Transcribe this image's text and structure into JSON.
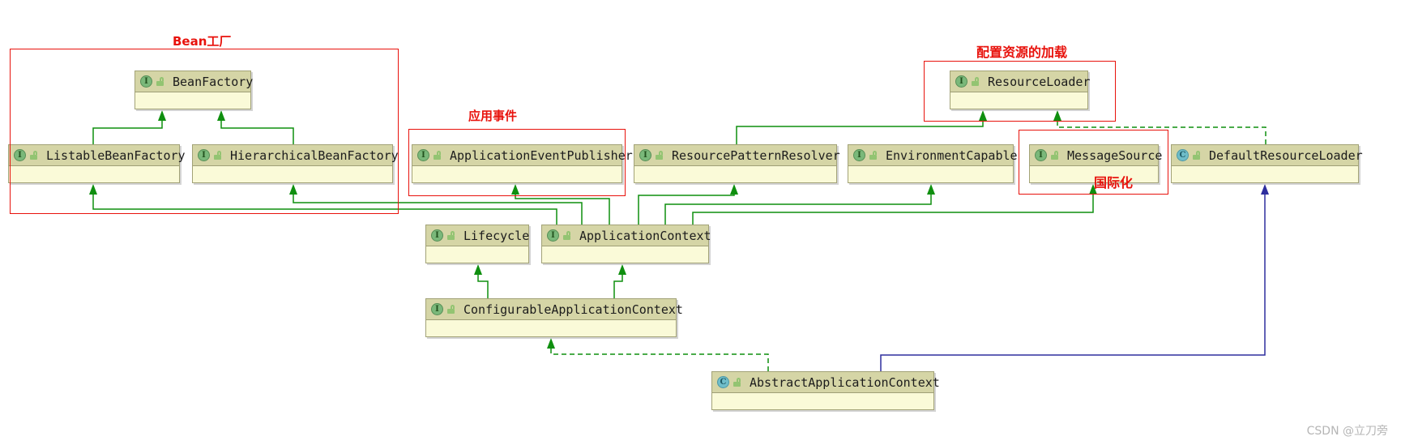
{
  "diagram": {
    "title_hint": "Spring ApplicationContext UML class diagram",
    "nodes": [
      {
        "name": "BeanFactory",
        "stereotype": "interface",
        "icon": "I"
      },
      {
        "name": "ListableBeanFactory",
        "stereotype": "interface",
        "icon": "I"
      },
      {
        "name": "HierarchicalBeanFactory",
        "stereotype": "interface",
        "icon": "I"
      },
      {
        "name": "ApplicationEventPublisher",
        "stereotype": "interface",
        "icon": "I"
      },
      {
        "name": "ResourcePatternResolver",
        "stereotype": "interface",
        "icon": "I"
      },
      {
        "name": "EnvironmentCapable",
        "stereotype": "interface",
        "icon": "I"
      },
      {
        "name": "MessageSource",
        "stereotype": "interface",
        "icon": "I"
      },
      {
        "name": "DefaultResourceLoader",
        "stereotype": "class",
        "icon": "C"
      },
      {
        "name": "ResourceLoader",
        "stereotype": "interface",
        "icon": "I"
      },
      {
        "name": "Lifecycle",
        "stereotype": "interface",
        "icon": "I"
      },
      {
        "name": "ApplicationContext",
        "stereotype": "interface",
        "icon": "I"
      },
      {
        "name": "ConfigurableApplicationContext",
        "stereotype": "interface",
        "icon": "I"
      },
      {
        "name": "AbstractApplicationContext",
        "stereotype": "class",
        "icon": "C"
      }
    ],
    "annotations": [
      {
        "label": "Bean工厂"
      },
      {
        "label": "应用事件"
      },
      {
        "label": "配置资源的加载"
      },
      {
        "label": "国际化"
      }
    ],
    "edges": [
      {
        "from": "ListableBeanFactory",
        "to": "BeanFactory",
        "type": "extends-interface"
      },
      {
        "from": "HierarchicalBeanFactory",
        "to": "BeanFactory",
        "type": "extends-interface"
      },
      {
        "from": "ApplicationContext",
        "to": "ListableBeanFactory",
        "type": "extends-interface"
      },
      {
        "from": "ApplicationContext",
        "to": "HierarchicalBeanFactory",
        "type": "extends-interface"
      },
      {
        "from": "ApplicationContext",
        "to": "ApplicationEventPublisher",
        "type": "extends-interface"
      },
      {
        "from": "ApplicationContext",
        "to": "ResourcePatternResolver",
        "type": "extends-interface"
      },
      {
        "from": "ApplicationContext",
        "to": "EnvironmentCapable",
        "type": "extends-interface"
      },
      {
        "from": "ApplicationContext",
        "to": "MessageSource",
        "type": "extends-interface"
      },
      {
        "from": "ResourcePatternResolver",
        "to": "ResourceLoader",
        "type": "extends-interface"
      },
      {
        "from": "DefaultResourceLoader",
        "to": "ResourceLoader",
        "type": "implements"
      },
      {
        "from": "ConfigurableApplicationContext",
        "to": "Lifecycle",
        "type": "extends-interface"
      },
      {
        "from": "ConfigurableApplicationContext",
        "to": "ApplicationContext",
        "type": "extends-interface"
      },
      {
        "from": "AbstractApplicationContext",
        "to": "ConfigurableApplicationContext",
        "type": "implements"
      },
      {
        "from": "AbstractApplicationContext",
        "to": "DefaultResourceLoader",
        "type": "extends-class"
      }
    ],
    "colors": {
      "green_edge": "#0f8f0f",
      "blue_edge": "#2e2e9e",
      "annotation_red": "#e8120c",
      "node_header_bg": "#d5d5a6",
      "node_body_bg": "#fafad8"
    }
  },
  "watermark": {
    "text": "CSDN @立刀旁"
  }
}
